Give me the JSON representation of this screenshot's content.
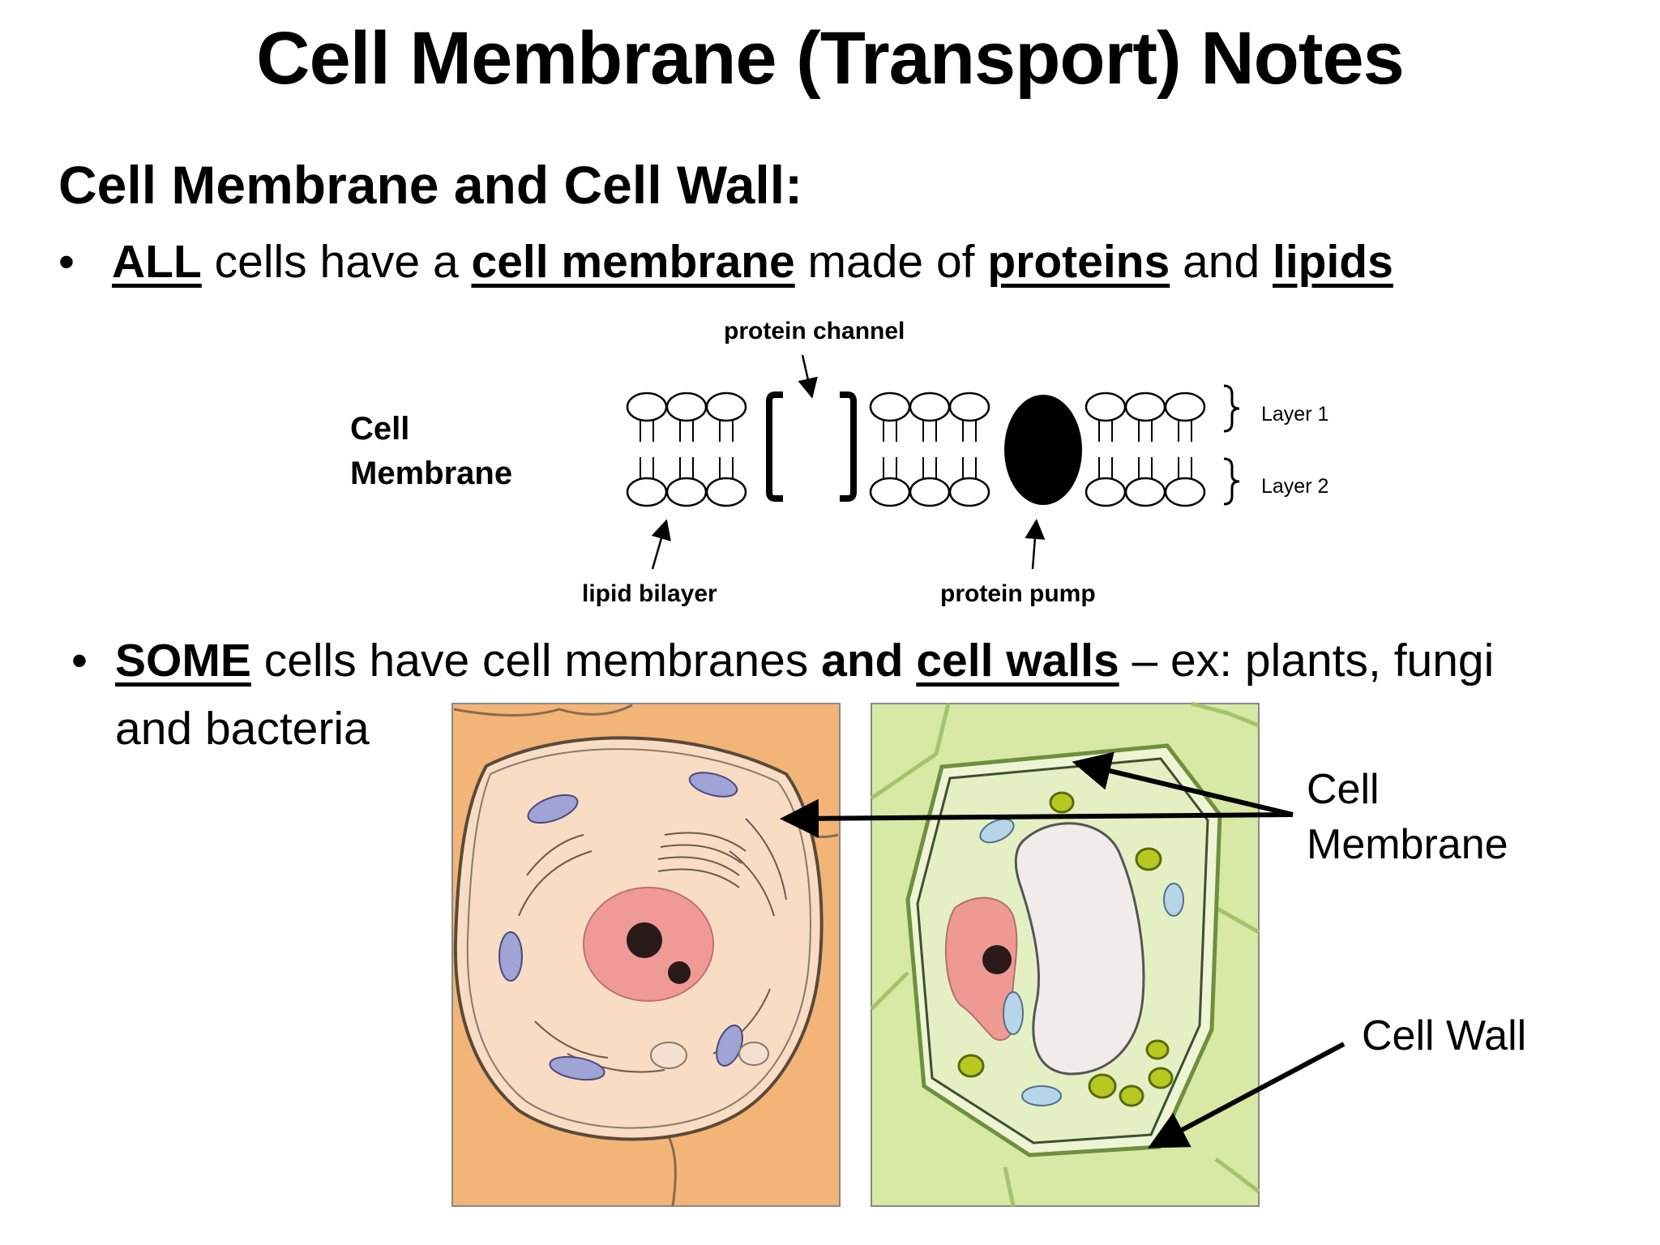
{
  "title": "Cell Membrane (Transport) Notes",
  "heading": "Cell Membrane and Cell Wall:",
  "bullet1": {
    "all": "ALL",
    "t1": " cells have a ",
    "cell_membrane": "cell membrane",
    "t2": " made of ",
    "proteins": "proteins",
    "t3": " and ",
    "lipids": "lipids"
  },
  "diagram": {
    "membrane_label_line1": "Cell",
    "membrane_label_line2": "Membrane",
    "protein_channel": "protein channel",
    "layer1": "Layer 1",
    "layer2": "Layer 2",
    "lipid_bilayer": "lipid bilayer",
    "protein_pump": "protein pump"
  },
  "bullet2": {
    "some": "SOME",
    "t1": " cells have cell membranes ",
    "and": "and",
    "sp": " ",
    "cell_walls": "cell walls",
    "t2": " – ex: plants, fungi",
    "line2": "and bacteria"
  },
  "cells": {
    "membrane_label_line1": "Cell",
    "membrane_label_line2": "Membrane",
    "wall_label": "Cell Wall",
    "animal_bg": "#f4b87a",
    "plant_bg": "#d7e9a4",
    "nucleus_color": "#ef9a96"
  }
}
